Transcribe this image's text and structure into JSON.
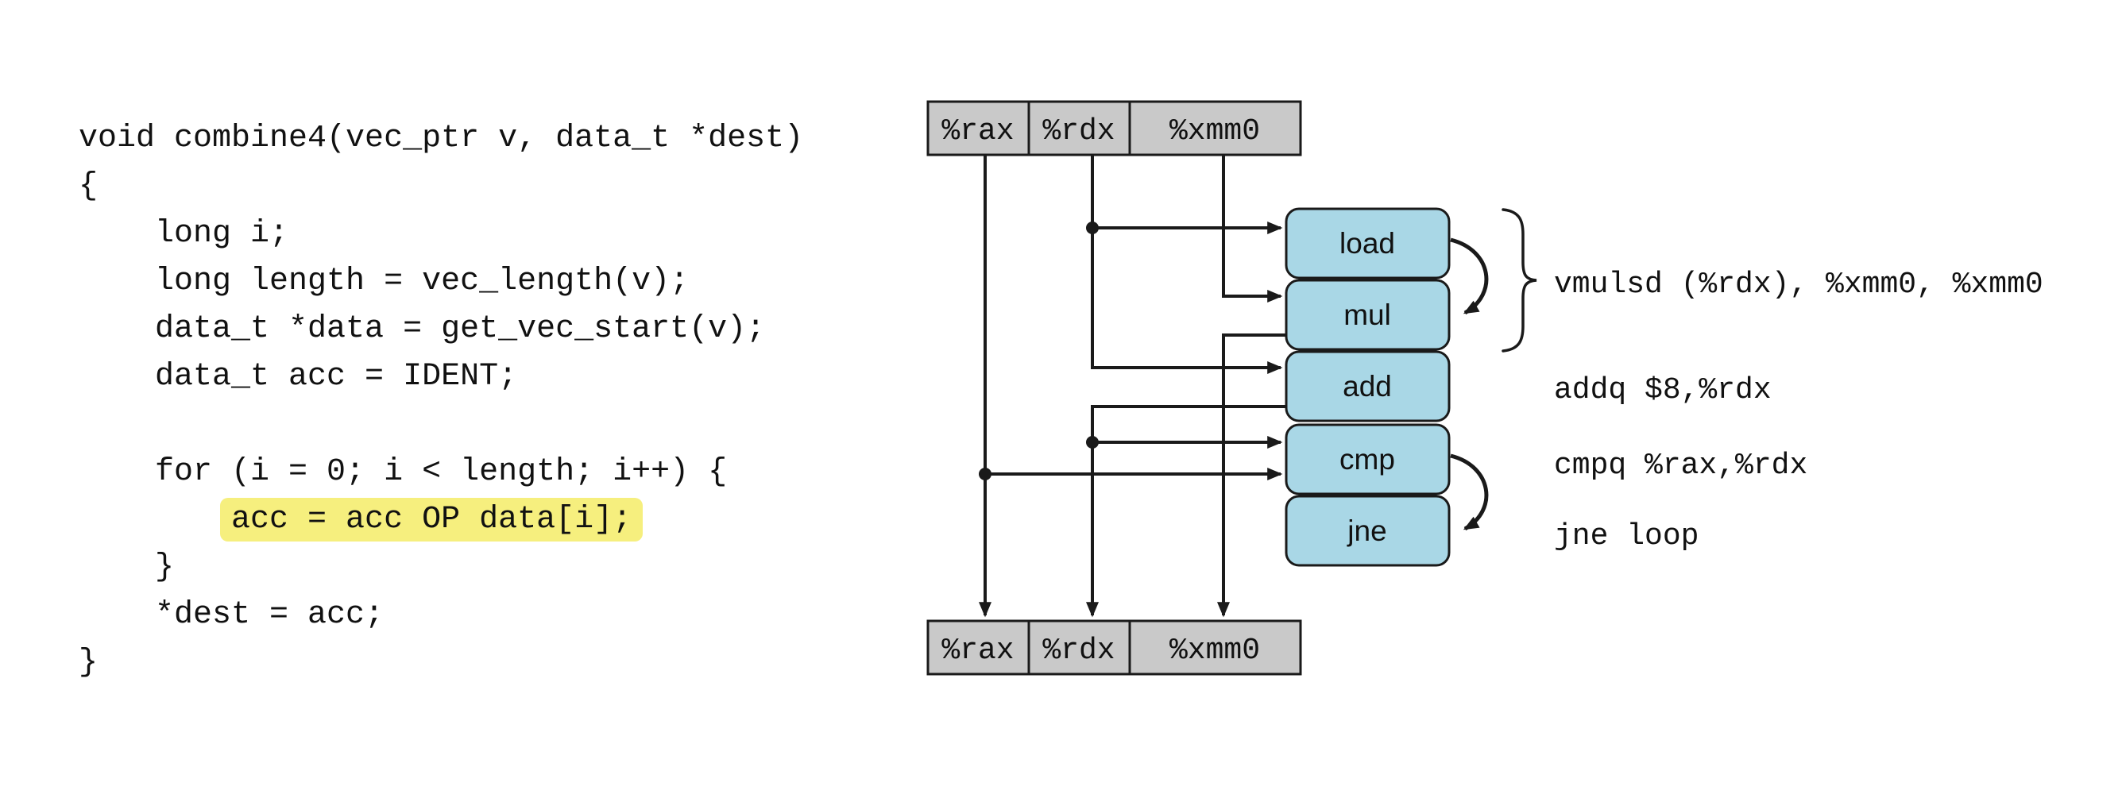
{
  "code": {
    "lines": [
      "void combine4(vec_ptr v, data_t *dest)",
      "{",
      "    long i;",
      "    long length = vec_length(v);",
      "    data_t *data = get_vec_start(v);",
      "    data_t acc = IDENT;",
      "",
      "    for (i = 0; i < length; i++) {",
      "",
      "    }",
      "    *dest = acc;",
      "}"
    ],
    "highlight": {
      "indent": "        ",
      "text": "acc = acc OP data[i];"
    }
  },
  "diagram": {
    "registers_top": [
      "%rax",
      "%rdx",
      "%xmm0"
    ],
    "registers_bottom": [
      "%rax",
      "%rdx",
      "%xmm0"
    ],
    "operations": [
      "load",
      "mul",
      "add",
      "cmp",
      "jne"
    ],
    "assembly": [
      "vmulsd (%rdx), %xmm0, %xmm0",
      "addq $8,%rdx",
      "cmpq %rax,%rdx",
      "jne loop"
    ],
    "colors": {
      "register_fill": "#c9c9c9",
      "operation_fill": "#a9d7e6",
      "line": "#1a1a1a",
      "highlight": "#f6ef7e"
    }
  }
}
